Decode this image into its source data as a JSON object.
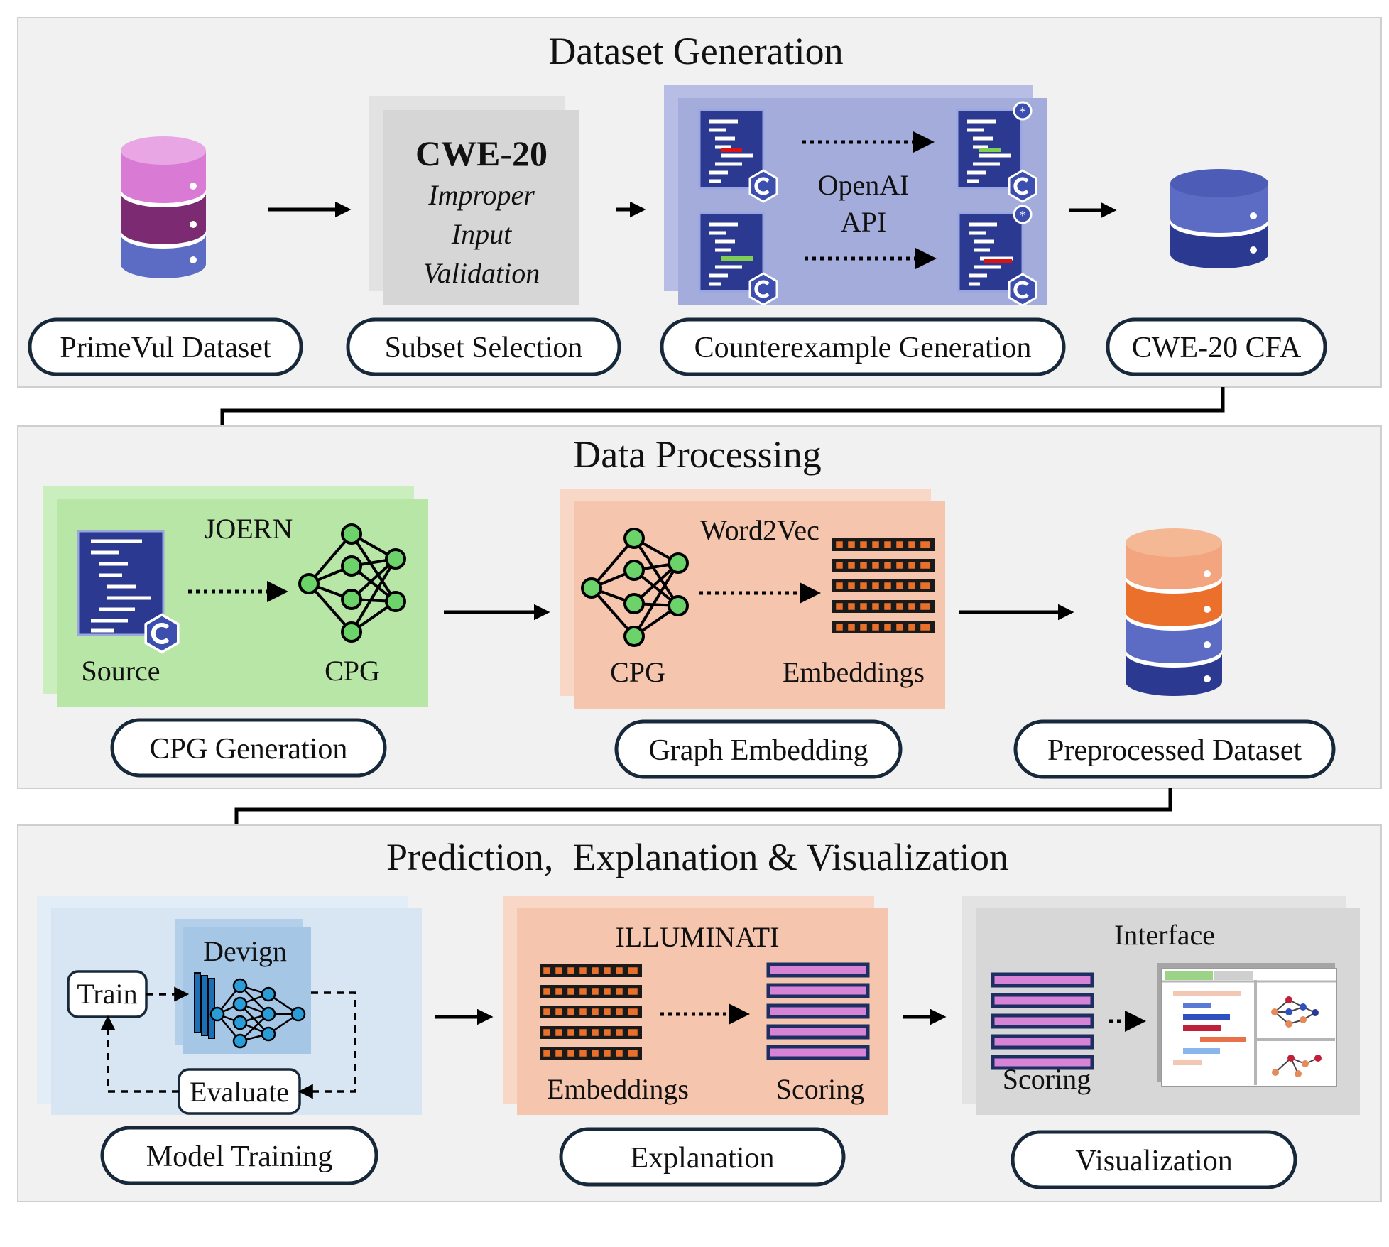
{
  "sections": {
    "dataset_generation": {
      "title": "Dataset Generation",
      "steps": [
        "PrimeVul Dataset",
        "Subset Selection",
        "Counterexample Generation",
        "CWE-20 CFA"
      ],
      "cwe_title": "CWE-20",
      "cwe_desc": [
        "Improper",
        "Input",
        "Validation"
      ],
      "api_label": [
        "OpenAI",
        "API"
      ]
    },
    "data_processing": {
      "title": "Data Processing",
      "steps": [
        "CPG Generation",
        "Graph Embedding",
        "Preprocessed Dataset"
      ],
      "tool_joern": "JOERN",
      "tool_word2vec": "Word2Vec",
      "label_source": "Source",
      "label_cpg": "CPG",
      "label_embeddings": "Embeddings"
    },
    "prediction": {
      "title": "Prediction,  Explanation & Visualization",
      "steps": [
        "Model Training",
        "Explanation",
        "Visualization"
      ],
      "model_name": "Devign",
      "train_label": "Train",
      "evaluate_label": "Evaluate",
      "explainer": "ILLUMINATI",
      "label_embeddings": "Embeddings",
      "label_scoring": "Scoring",
      "interface_label": "Interface"
    }
  },
  "colors": {
    "section_bg": "#f1f1f1",
    "pill_border": "#16283a",
    "db_pink": "#d97bd4",
    "db_purple": "#7c2a72",
    "db_blue": "#5c6cc4",
    "db_navy": "#2b3990",
    "db_peach": "#f2a57e",
    "db_orange": "#ea702c",
    "counterexample_bg": "#a4acdc",
    "cpg_bg": "#b8e6a7",
    "embedding_bg": "#f5c5ad",
    "model_bg": "#d8e6f4",
    "interface_bg": "#d7d7d7",
    "node_green": "#6cd26a",
    "embedding_cell": "#e8702a",
    "score_bar": "#d783d6"
  },
  "icons": [
    "database-icon",
    "code-file-icon",
    "c-language-badge-icon",
    "graph-network-icon",
    "embedding-matrix-icon",
    "neural-network-icon",
    "score-bars-icon",
    "interface-window-icon"
  ]
}
